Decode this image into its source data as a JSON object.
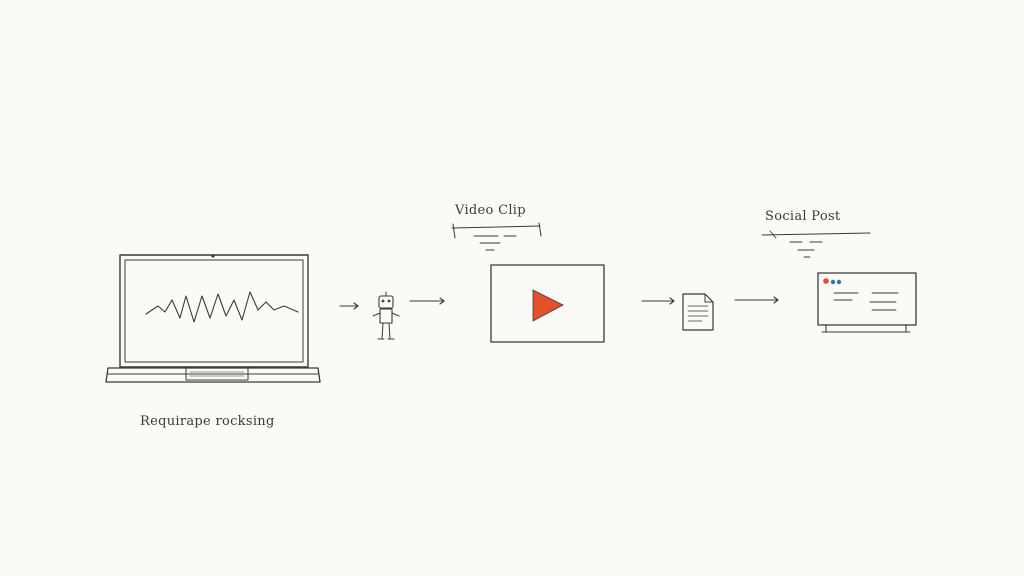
{
  "labels": {
    "laptop_caption": "Requirape rocksing",
    "video_label": "Video Clip",
    "social_label": "Social Post"
  },
  "colors": {
    "ink": "#3a3a3a",
    "play_accent": "#e2502e",
    "dot_red": "#e2502e",
    "dot_blue": "#3b6fb0",
    "background": "#fafaf7"
  },
  "icons": [
    "laptop-waveform-icon",
    "robot-icon",
    "video-play-icon",
    "document-icon",
    "social-post-window-icon"
  ]
}
